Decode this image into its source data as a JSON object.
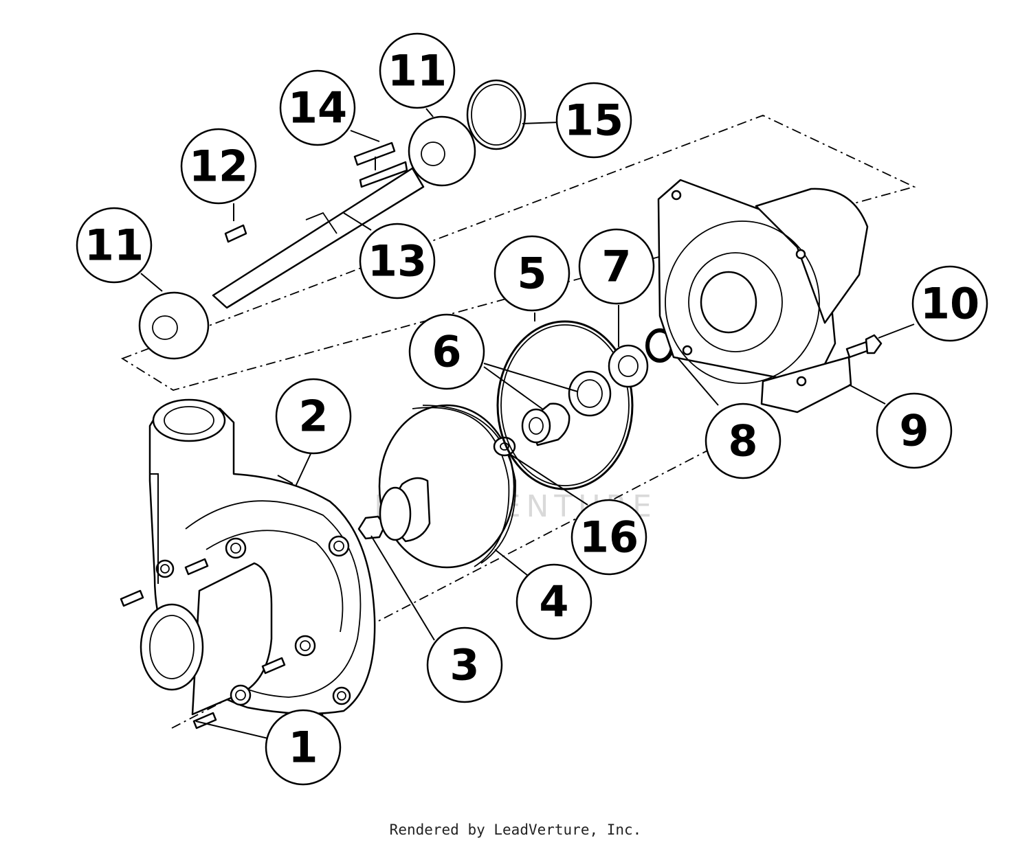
{
  "watermark": "LEADVENTURE",
  "footer": "Rendered by LeadVerture, Inc.",
  "callouts": [
    {
      "id": "c1",
      "label": "1"
    },
    {
      "id": "c2",
      "label": "2"
    },
    {
      "id": "c3",
      "label": "3"
    },
    {
      "id": "c4",
      "label": "4"
    },
    {
      "id": "c5",
      "label": "5"
    },
    {
      "id": "c6",
      "label": "6"
    },
    {
      "id": "c7",
      "label": "7"
    },
    {
      "id": "c8",
      "label": "8"
    },
    {
      "id": "c9",
      "label": "9"
    },
    {
      "id": "c10",
      "label": "10"
    },
    {
      "id": "c11a",
      "label": "11"
    },
    {
      "id": "c11b",
      "label": "11"
    },
    {
      "id": "c12",
      "label": "12"
    },
    {
      "id": "c13",
      "label": "13"
    },
    {
      "id": "c14",
      "label": "14"
    },
    {
      "id": "c15",
      "label": "15"
    },
    {
      "id": "c16",
      "label": "16"
    }
  ]
}
